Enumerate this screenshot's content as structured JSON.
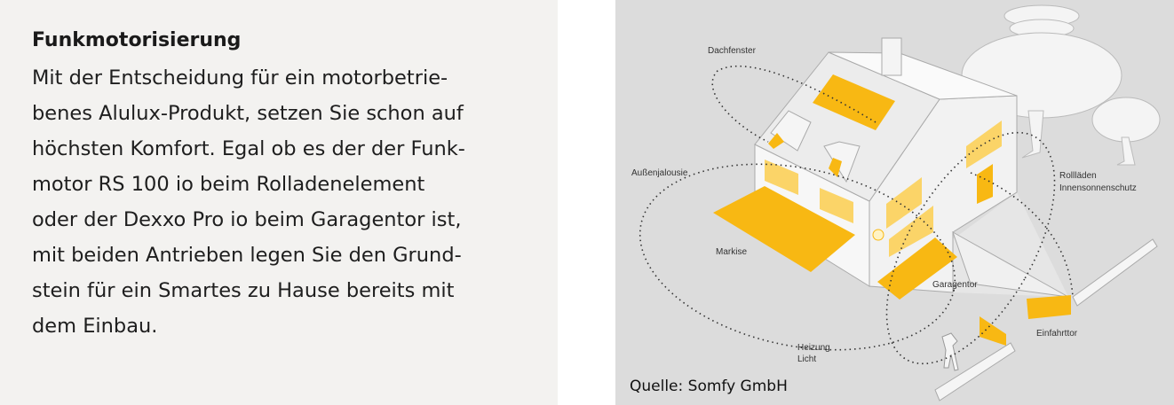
{
  "text_panel": {
    "heading": "Funkmotorisierung",
    "lines": [
      "Mit der Entscheidung für ein motorbetrie-",
      "benes Alulux-Produkt, setzen Sie schon auf",
      "höchsten Komfort. Egal ob es der der Funk-",
      "motor RS 100 io beim Rolladenelement",
      "oder der Dexxo Pro io beim Garagentor ist,",
      "mit beiden Antrieben legen Sie den Grund-",
      "stein für ein Smartes zu Hause bereits mit",
      "dem Einbau."
    ]
  },
  "illustration": {
    "labels": {
      "dachfenster": "Dachfenster",
      "aussenjalousie": "Außenjalousie",
      "markise": "Markise",
      "rolllaeden": "Rollläden",
      "innensonnenschutz": "Innensonnenschutz",
      "garagentor": "Garagentor",
      "einfahrttor": "Einfahrttor",
      "heizung": "Heizung",
      "licht": "Licht"
    },
    "source": "Quelle: Somfy GmbH",
    "colors": {
      "accent": "#f8b813",
      "background": "#dcdcdc",
      "house": "#f7f7f7"
    }
  }
}
